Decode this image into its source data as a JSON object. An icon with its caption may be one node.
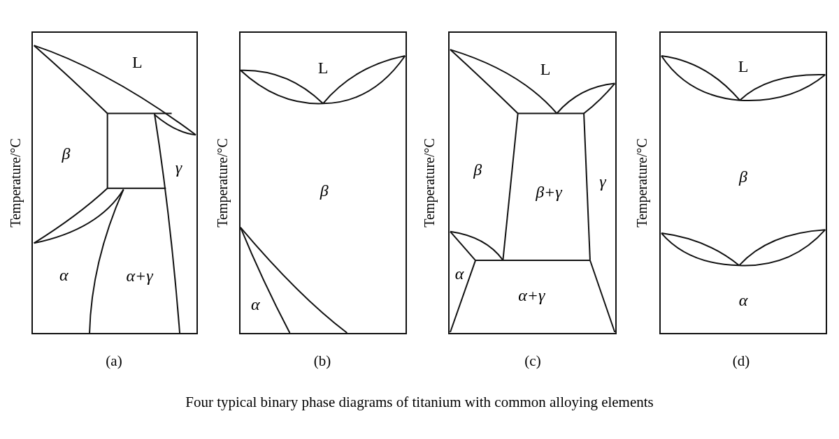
{
  "diagram": {
    "caption": "Four typical binary phase diagrams of titanium with common alloying elements",
    "nodes": [
      {
        "text": [
          "L",
          "β",
          "γ",
          "α",
          "α+γ"
        ],
        "beside": [
          "Temperature/°C",
          "(a)"
        ]
      },
      {
        "text": [
          "L",
          "β",
          "α"
        ],
        "beside": [
          "Temperature/°C",
          "(b)"
        ]
      },
      {
        "text": [
          "L",
          "β",
          "β+γ",
          "γ",
          "α",
          "α+γ"
        ],
        "beside": [
          "Temperature/°C",
          "(c)"
        ]
      },
      {
        "text": [
          "L",
          "β",
          "α"
        ],
        "beside": [
          "Temperature/°C",
          "(d)"
        ]
      }
    ]
  }
}
